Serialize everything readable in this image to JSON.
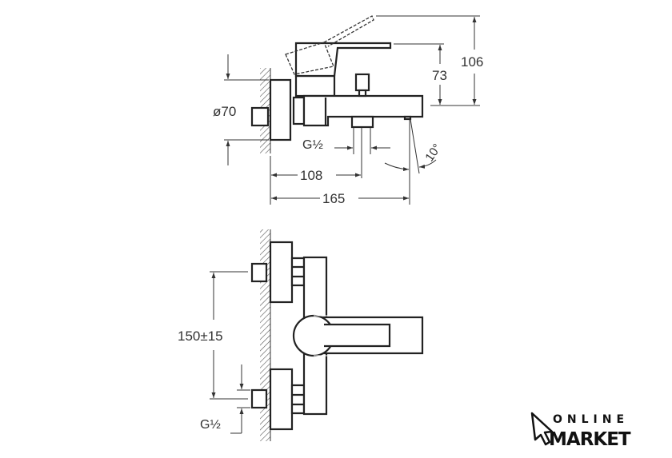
{
  "side_view": {
    "flange_diameter": "ø70",
    "total_height": "106",
    "lever_height": "73",
    "outlet_thread": "G½",
    "outlet_distance": "108",
    "total_depth": "165",
    "spout_angle": "10°"
  },
  "front_view": {
    "inlet_spacing": "150±15",
    "inlet_thread": "G½"
  },
  "logo": {
    "line1": "ONLINE",
    "line2": "MARKET"
  },
  "colors": {
    "line": "#222222",
    "background": "#ffffff"
  }
}
